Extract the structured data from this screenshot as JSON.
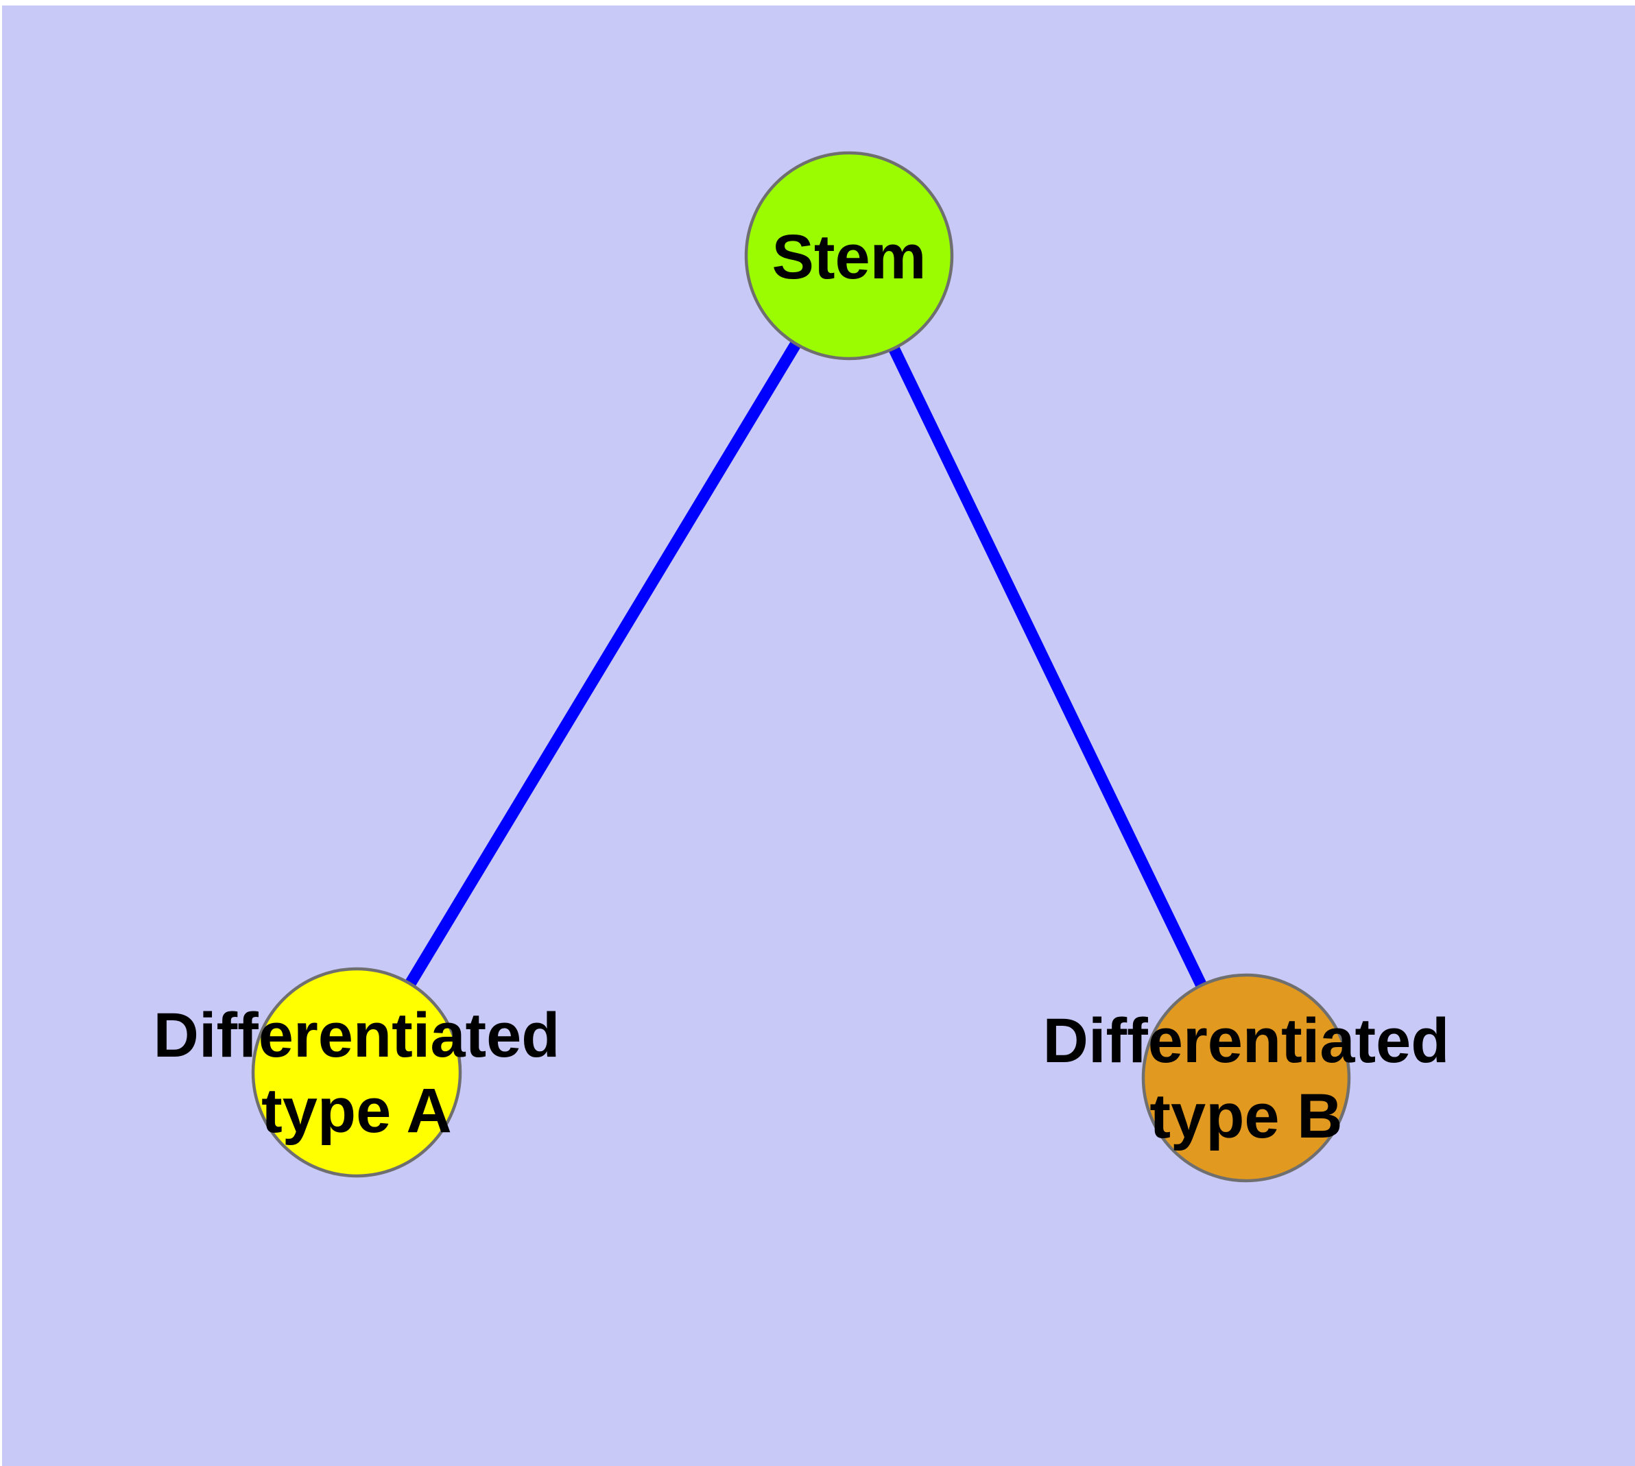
{
  "diagram": {
    "type": "graph",
    "description": "Stem cell differentiation diagram: a stem node connected to two differentiated cell-type nodes",
    "colors": {
      "page_background": "#ffffff",
      "panel_background": "#c9c9f8",
      "edge": "#0000ff",
      "node_border": "#6f6f6f",
      "text": "#000000"
    },
    "nodes": {
      "stem": {
        "label": "Stem",
        "fill": "#9bfb00"
      },
      "type_a": {
        "label_line1": "Differentiated",
        "label_line2": "type A",
        "fill": "#ffff00"
      },
      "type_b": {
        "label_line1": "Differentiated",
        "label_line2": "type B",
        "fill": "#e2991f"
      }
    },
    "edges": [
      {
        "from": "Stem",
        "to": "Differentiated type A"
      },
      {
        "from": "Stem",
        "to": "Differentiated type B"
      }
    ]
  }
}
